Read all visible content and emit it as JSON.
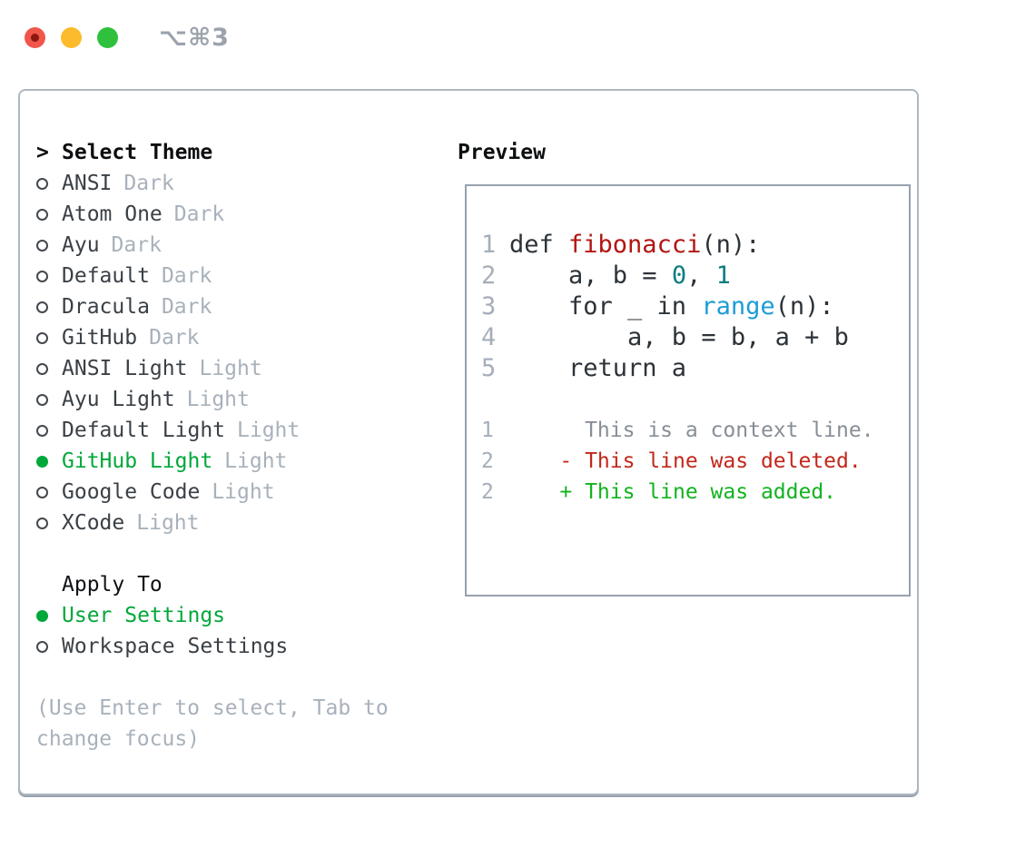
{
  "window": {
    "shortcut": "⌥⌘3",
    "traffic_lights": [
      "close",
      "minimize",
      "zoom"
    ]
  },
  "colors": {
    "accent_green": "#00a83a",
    "muted_gray": "#a8b1bb",
    "text_dark": "#3a4046",
    "panel_border": "#aeb7c2",
    "preview_border": "#97a1ad",
    "code_function_red": "#b21511",
    "code_number_teal": "#0a7d80",
    "code_builtin_blue": "#1d9cd6",
    "diff_deleted_red": "#c2271a",
    "diff_added_green": "#12b31f",
    "traffic_red": "#f0564a",
    "traffic_yellow": "#fbbb2d",
    "traffic_green": "#2fc13e"
  },
  "left": {
    "prompt": ">",
    "heading": "Select Theme",
    "themes": [
      {
        "name": "ANSI",
        "variant": "Dark",
        "selected": false
      },
      {
        "name": "Atom One",
        "variant": "Dark",
        "selected": false
      },
      {
        "name": "Ayu",
        "variant": "Dark",
        "selected": false
      },
      {
        "name": "Default",
        "variant": "Dark",
        "selected": false
      },
      {
        "name": "Dracula",
        "variant": "Dark",
        "selected": false
      },
      {
        "name": "GitHub",
        "variant": "Dark",
        "selected": false
      },
      {
        "name": "ANSI Light",
        "variant": "Light",
        "selected": false
      },
      {
        "name": "Ayu Light",
        "variant": "Light",
        "selected": false
      },
      {
        "name": "Default Light",
        "variant": "Light",
        "selected": false
      },
      {
        "name": "GitHub Light",
        "variant": "Light",
        "selected": true
      },
      {
        "name": "Google Code",
        "variant": "Light",
        "selected": false
      },
      {
        "name": "XCode",
        "variant": "Light",
        "selected": false
      }
    ],
    "apply": {
      "heading": "Apply To",
      "options": [
        {
          "label": "User Settings",
          "selected": true
        },
        {
          "label": "Workspace Settings",
          "selected": false
        }
      ]
    },
    "hint_line1": "(Use Enter to select, Tab to",
    "hint_line2": "change focus)"
  },
  "preview": {
    "heading": "Preview",
    "code_lines": [
      {
        "num": "1",
        "tokens": [
          {
            "text": "def ",
            "style": "plain"
          },
          {
            "text": "fibonacci",
            "style": "function"
          },
          {
            "text": "(n):",
            "style": "plain"
          }
        ]
      },
      {
        "num": "2",
        "tokens": [
          {
            "text": "    a, b = ",
            "style": "plain"
          },
          {
            "text": "0",
            "style": "number"
          },
          {
            "text": ", ",
            "style": "plain"
          },
          {
            "text": "1",
            "style": "number"
          }
        ]
      },
      {
        "num": "3",
        "tokens": [
          {
            "text": "    for _ in ",
            "style": "plain"
          },
          {
            "text": "range",
            "style": "builtin"
          },
          {
            "text": "(n):",
            "style": "plain"
          }
        ]
      },
      {
        "num": "4",
        "tokens": [
          {
            "text": "        a, b = b, a + b",
            "style": "plain"
          }
        ]
      },
      {
        "num": "5",
        "tokens": [
          {
            "text": "    return a",
            "style": "plain"
          }
        ]
      }
    ],
    "diff_lines": [
      {
        "num": "1",
        "text": "      This is a context line.",
        "kind": "context"
      },
      {
        "num": "2",
        "text": "    - This line was deleted.",
        "kind": "deleted"
      },
      {
        "num": "2",
        "text": "    + This line was added.",
        "kind": "added"
      }
    ]
  }
}
